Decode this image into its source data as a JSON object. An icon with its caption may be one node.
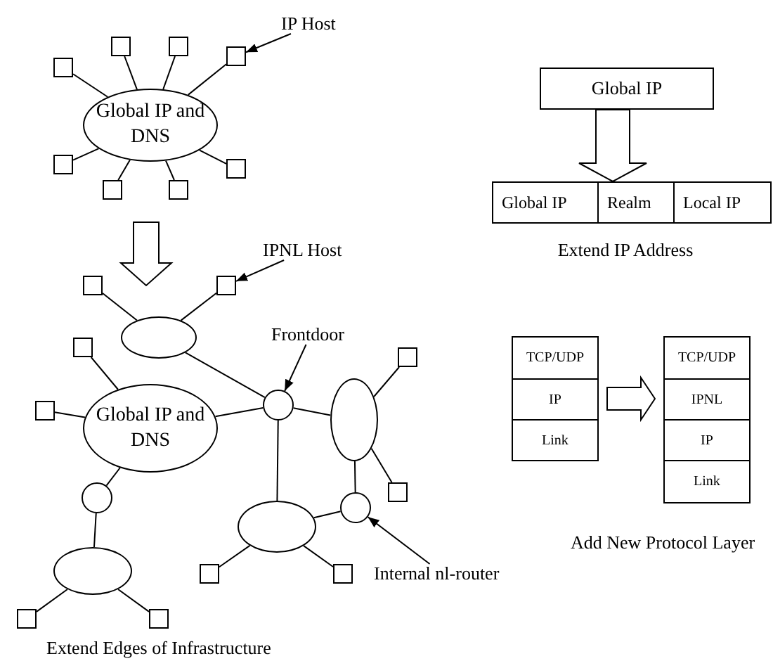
{
  "diagram": {
    "nodes": [
      {
        "text": [
          "Global IP and DNS"
        ]
      },
      {
        "text": [],
        "shape": "box"
      },
      {
        "text": [],
        "shape": "box"
      },
      {
        "text": [],
        "shape": "box"
      },
      {
        "text": [],
        "shape": "box"
      },
      {
        "text": [],
        "shape": "box"
      },
      {
        "text": [],
        "shape": "box"
      },
      {
        "text": [],
        "shape": "box"
      },
      {
        "text": [],
        "shape": "box"
      },
      {
        "text": [
          "IP Host"
        ]
      },
      {
        "text": [
          "IPNL Host"
        ]
      },
      {
        "text": [],
        "shape": "box"
      },
      {
        "text": [],
        "shape": "box"
      },
      {
        "text": [],
        "shape": "ellipse"
      },
      {
        "text": [
          "Frontdoor"
        ]
      },
      {
        "text": [],
        "shape": "box"
      },
      {
        "text": [],
        "shape": "box"
      },
      {
        "text": [],
        "shape": "circle"
      },
      {
        "text": [],
        "shape": "box"
      },
      {
        "text": [
          "Global IP and DNS"
        ]
      },
      {
        "text": [],
        "shape": "ellipse"
      },
      {
        "text": [],
        "shape": "box"
      },
      {
        "text": [],
        "shape": "circle"
      },
      {
        "text": [],
        "shape": "circle"
      },
      {
        "text": [],
        "shape": "ellipse"
      },
      {
        "text": [],
        "shape": "ellipse"
      },
      {
        "text": [],
        "shape": "box"
      },
      {
        "text": [],
        "shape": "box"
      },
      {
        "text": [
          "Internal nl-router"
        ]
      },
      {
        "text": [],
        "shape": "box"
      },
      {
        "text": [],
        "shape": "box"
      },
      {
        "text": [
          "Global IP"
        ]
      },
      {
        "text": [],
        "shape": "box"
      },
      {
        "text": [
          "Global IP"
        ],
        "in": 32
      },
      {
        "text": [
          "Realm"
        ],
        "in": 32
      },
      {
        "text": [
          "Local IP"
        ],
        "in": 32
      },
      {
        "text": [],
        "shape": "box"
      },
      {
        "text": [
          "TCP/UDP"
        ],
        "in": 36
      },
      {
        "text": [
          "IP"
        ],
        "in": 36
      },
      {
        "text": [
          "Link"
        ],
        "in": 36
      },
      {
        "text": [],
        "shape": "box"
      },
      {
        "text": [
          "TCP/UDP"
        ],
        "in": 40
      },
      {
        "text": [
          "IPNL"
        ],
        "in": 40
      },
      {
        "text": [
          "IP"
        ],
        "in": 40
      },
      {
        "text": [
          "Link"
        ],
        "in": 40
      }
    ],
    "edges": [
      {
        "from": 0,
        "to": 1,
        "arrow": "none"
      },
      {
        "from": 0,
        "to": 2,
        "arrow": "none"
      },
      {
        "from": 0,
        "to": 3,
        "arrow": "none"
      },
      {
        "from": 0,
        "to": 4,
        "arrow": "none"
      },
      {
        "from": 0,
        "to": 5,
        "arrow": "none"
      },
      {
        "from": 0,
        "to": 6,
        "arrow": "none"
      },
      {
        "from": 0,
        "to": 7,
        "arrow": "none"
      },
      {
        "from": 0,
        "to": 8,
        "arrow": "none"
      },
      {
        "from": 9,
        "to": 3,
        "arrow": "to"
      },
      {
        "from": 0,
        "to": 13,
        "arrow": "to",
        "style": "thick"
      },
      {
        "from": 13,
        "to": 11,
        "arrow": "none"
      },
      {
        "from": 13,
        "to": 12,
        "arrow": "none"
      },
      {
        "from": 10,
        "to": 12,
        "arrow": "to"
      },
      {
        "from": 13,
        "to": 17,
        "arrow": "none"
      },
      {
        "from": 14,
        "to": 17,
        "arrow": "to"
      },
      {
        "from": 19,
        "to": 15,
        "arrow": "none"
      },
      {
        "from": 19,
        "to": 18,
        "arrow": "none"
      },
      {
        "from": 19,
        "to": 17,
        "arrow": "none"
      },
      {
        "from": 17,
        "to": 20,
        "arrow": "none"
      },
      {
        "from": 17,
        "to": 24,
        "arrow": "none"
      },
      {
        "from": 20,
        "to": 16,
        "arrow": "none"
      },
      {
        "from": 20,
        "to": 21,
        "arrow": "none"
      },
      {
        "from": 20,
        "to": 23,
        "arrow": "none"
      },
      {
        "from": 23,
        "to": 24,
        "arrow": "none"
      },
      {
        "from": 28,
        "to": 23,
        "arrow": "to"
      },
      {
        "from": 19,
        "to": 22,
        "arrow": "none"
      },
      {
        "from": 22,
        "to": 25,
        "arrow": "none"
      },
      {
        "from": 24,
        "to": 26,
        "arrow": "none"
      },
      {
        "from": 24,
        "to": 27,
        "arrow": "none"
      },
      {
        "from": 25,
        "to": 29,
        "arrow": "none"
      },
      {
        "from": 25,
        "to": 30,
        "arrow": "none"
      },
      {
        "from": 31,
        "to": 32,
        "arrow": "to",
        "style": "thick"
      },
      {
        "from": 36,
        "to": 40,
        "arrow": "to",
        "style": "thick"
      }
    ],
    "labels": [
      "Extend IP Address",
      "Add New Protocol Layer",
      "Extend Edges of Infrastructure"
    ]
  }
}
